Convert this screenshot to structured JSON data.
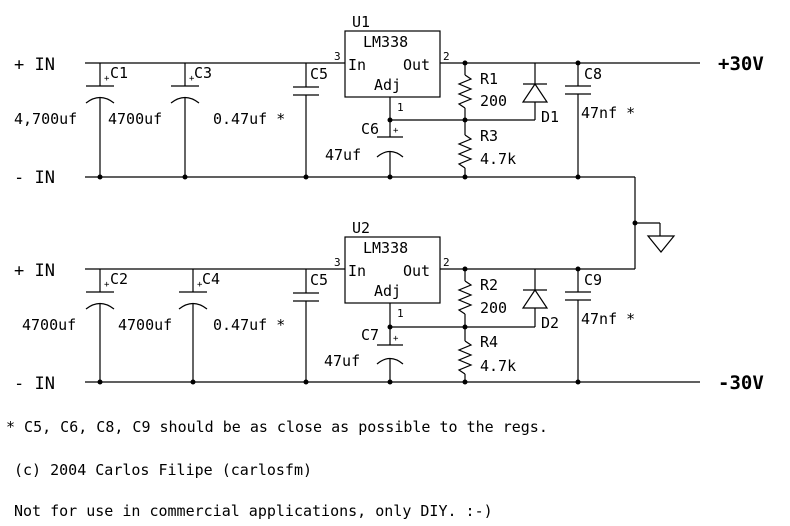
{
  "inputs": {
    "top_plus": "+ IN",
    "top_minus": "- IN",
    "bottom_plus": "+ IN",
    "bottom_minus": "- IN"
  },
  "outputs": {
    "positive": "+30V",
    "negative": "-30V"
  },
  "regulators": [
    {
      "ref": "U1",
      "part": "LM338",
      "in_label": "In",
      "out_label": "Out",
      "adj_label": "Adj",
      "pin_in": "3",
      "pin_out": "2",
      "pin_adj": "1"
    },
    {
      "ref": "U2",
      "part": "LM338",
      "in_label": "In",
      "out_label": "Out",
      "adj_label": "Adj",
      "pin_in": "3",
      "pin_out": "2",
      "pin_adj": "1"
    }
  ],
  "capacitors": {
    "C1": {
      "ref": "C1",
      "value": "4,700uf"
    },
    "C3": {
      "ref": "C3",
      "value": "4700uf"
    },
    "C5_top": {
      "ref": "C5",
      "value": "0.47uf *"
    },
    "C6": {
      "ref": "C6",
      "value": "47uf"
    },
    "C8": {
      "ref": "C8",
      "value": "47nf *"
    },
    "C2": {
      "ref": "C2",
      "value": "4700uf"
    },
    "C4": {
      "ref": "C4",
      "value": "4700uf"
    },
    "C5_bottom": {
      "ref": "C5",
      "value": "0.47uf *"
    },
    "C7": {
      "ref": "C7",
      "value": "47uf"
    },
    "C9": {
      "ref": "C9",
      "value": "47nf *"
    }
  },
  "resistors": {
    "R1": {
      "ref": "R1",
      "value": "200"
    },
    "R3": {
      "ref": "R3",
      "value": "4.7k"
    },
    "R2": {
      "ref": "R2",
      "value": "200"
    },
    "R4": {
      "ref": "R4",
      "value": "4.7k"
    }
  },
  "diodes": {
    "D1": {
      "ref": "D1"
    },
    "D2": {
      "ref": "D2"
    }
  },
  "polarity_mark": "+",
  "notes": {
    "placement": "* C5, C6, C8, C9 should be as close as possible to the regs.",
    "copyright": "(c) 2004 Carlos Filipe (carlosfm)",
    "license": "Not for use in commercial applications, only DIY. :-)"
  }
}
